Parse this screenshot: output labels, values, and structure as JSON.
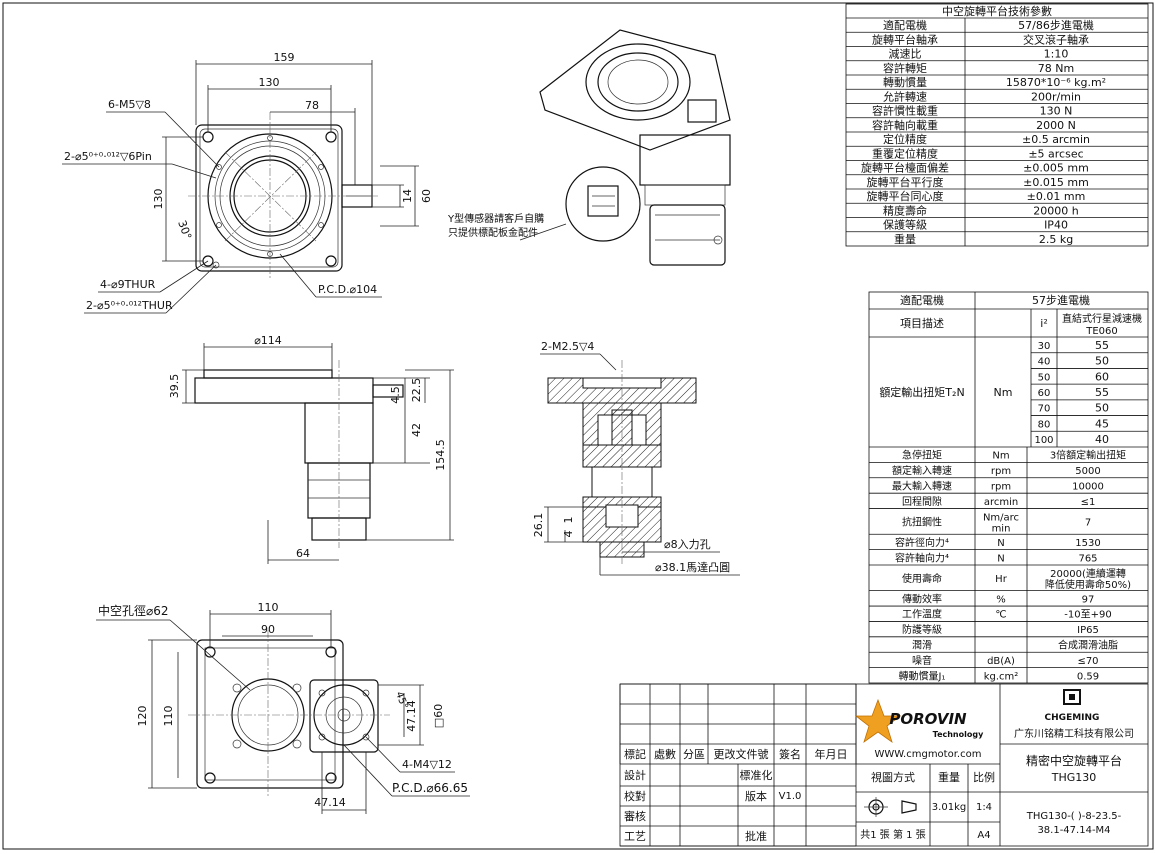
{
  "top_view": {
    "dims": {
      "width_159": "159",
      "width_130": "130",
      "width_78": "78",
      "height_130": "130",
      "dim_14": "14",
      "dim_60": "60",
      "angle": "30°"
    },
    "callouts": {
      "m5": "6-M5▽8",
      "pin": "2-⌀5⁰⁺⁰·⁰¹²▽6Pin",
      "thru9": "4-⌀9THUR",
      "thru5": "2-⌀5⁰⁺⁰·⁰¹²THUR",
      "pcd": "P.C.D.⌀104"
    }
  },
  "iso_note": {
    "line1": "Y型傳感器請客戶自購",
    "line2": "只提供標配板金配件"
  },
  "side_view": {
    "dims": {
      "d114": "⌀114",
      "h39_5": "39.5",
      "h4_5": "4.5",
      "h22_5": "22.5",
      "h42": "42",
      "h154_5": "154.5",
      "w64": "64"
    }
  },
  "section_view": {
    "m25": "2-M2.5▽4",
    "dims": {
      "h26_1": "26.1",
      "h4": "4",
      "h1": "1"
    },
    "input_hole": "⌀8入力孔",
    "motor_boss": "⌀38.1馬達凸圓"
  },
  "bottom_view": {
    "hollow": "中空孔徑⌀62",
    "dims": {
      "w110": "110",
      "w90": "90",
      "h120": "120",
      "h110": "110",
      "d47_14a": "47.14",
      "d47_14b": "47.14",
      "sq60": "□60",
      "angle45": "45°"
    },
    "m4": "4-M4▽12",
    "pcd": "P.C.D.⌀66.65"
  },
  "spec_table": {
    "title": "中空旋轉平台技術參數",
    "rows": [
      [
        "適配電機",
        "57/86步進電機"
      ],
      [
        "旋轉平台軸承",
        "交叉滾子軸承"
      ],
      [
        "減速比",
        "1:10"
      ],
      [
        "容許轉矩",
        "78 Nm"
      ],
      [
        "轉動慣量",
        "15870*10⁻⁶ kg.m²"
      ],
      [
        "允許轉速",
        "200r/min"
      ],
      [
        "容許慣性載重",
        "130 N"
      ],
      [
        "容許軸向載重",
        "2000 N"
      ],
      [
        "定位精度",
        "±0.5 arcmin"
      ],
      [
        "重覆定位精度",
        "±5 arcsec"
      ],
      [
        "旋轉平台檯面偏差",
        "±0.005 mm"
      ],
      [
        "旋轉平台平行度",
        "±0.015 mm"
      ],
      [
        "旋轉平台同心度",
        "±0.01 mm"
      ],
      [
        "精度壽命",
        "20000 h"
      ],
      [
        "保護等級",
        "IP40"
      ],
      [
        "重量",
        "2.5 kg"
      ]
    ]
  },
  "reducer_table": {
    "motor_label": "適配電機",
    "motor_value": "57步進電機",
    "item_label": "項目描述",
    "i_label": "i²",
    "model_label": "直結式行星減速機\nTE060",
    "torque_label": "額定輸出扭矩T₂N",
    "torque_unit": "Nm",
    "ratios": [
      [
        "30",
        "55"
      ],
      [
        "40",
        "50"
      ],
      [
        "50",
        "60"
      ],
      [
        "60",
        "55"
      ],
      [
        "70",
        "50"
      ],
      [
        "80",
        "45"
      ],
      [
        "100",
        "40"
      ]
    ],
    "rows": [
      [
        "急停扭矩",
        "Nm",
        "3倍額定輸出扭矩"
      ],
      [
        "額定輸入轉速",
        "rpm",
        "5000"
      ],
      [
        "最大輸入轉速",
        "rpm",
        "10000"
      ],
      [
        "回程間隙",
        "arcmin",
        "≤1"
      ],
      [
        "抗扭鋼性",
        "Nm/arcmin",
        "7"
      ],
      [
        "容許徑向力⁴",
        "N",
        "1530"
      ],
      [
        "容許軸向力⁴",
        "N",
        "765"
      ],
      [
        "使用壽命",
        "Hr",
        "20000(連續運轉降低使用壽命50%)"
      ],
      [
        "傳動效率",
        "%",
        "97"
      ],
      [
        "工作溫度",
        "℃",
        "-10至+90"
      ],
      [
        "防護等級",
        "",
        "IP65"
      ],
      [
        "潤滑",
        "",
        "合成潤滑油脂"
      ],
      [
        "噪音",
        "dB(A)",
        "≤70"
      ],
      [
        "轉動慣量J₁",
        "kg.cm²",
        "0.59"
      ]
    ]
  },
  "title_block": {
    "hdr": [
      "標記",
      "處數",
      "分區",
      "更改文件號",
      "簽名",
      "年月日"
    ],
    "left_rows": [
      "設計",
      "校對",
      "審核",
      "工艺"
    ],
    "std": "標准化",
    "version_label": "版本",
    "version": "V1.0",
    "approve": "批准",
    "logo_text": "POROVIN",
    "logo_sub": "Technology",
    "website": "WWW.cmgmotor.com",
    "view_method": "視圖方式",
    "weight_label": "重量",
    "scale_label": "比例",
    "weight": "3.01kg",
    "scale": "1:4",
    "sheets": "共1 張 第 1 張",
    "paper": "A4",
    "company_logo": "CHGEMING",
    "company": "广东川铭精工科技有限公司",
    "product_name": "精密中空旋轉平台",
    "product_code": "THG130",
    "part_no_1": "THG130-( )-8-23.5-",
    "part_no_2": "38.1-47.14-M4"
  }
}
